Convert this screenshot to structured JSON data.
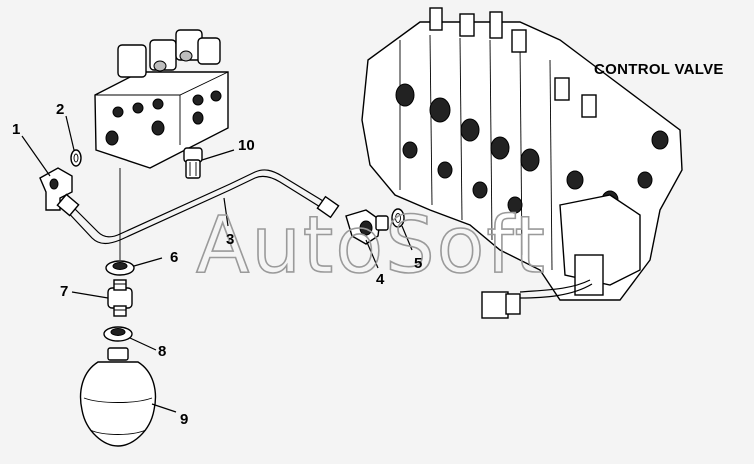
{
  "diagram": {
    "title": "CONTROL VALVE",
    "watermark": "AutoSoft",
    "callouts": [
      {
        "id": "1",
        "label": "1"
      },
      {
        "id": "2",
        "label": "2"
      },
      {
        "id": "3",
        "label": "3"
      },
      {
        "id": "4",
        "label": "4"
      },
      {
        "id": "5",
        "label": "5"
      },
      {
        "id": "6",
        "label": "6"
      },
      {
        "id": "7",
        "label": "7"
      },
      {
        "id": "8",
        "label": "8"
      },
      {
        "id": "9",
        "label": "9"
      },
      {
        "id": "10",
        "label": "10"
      }
    ]
  }
}
